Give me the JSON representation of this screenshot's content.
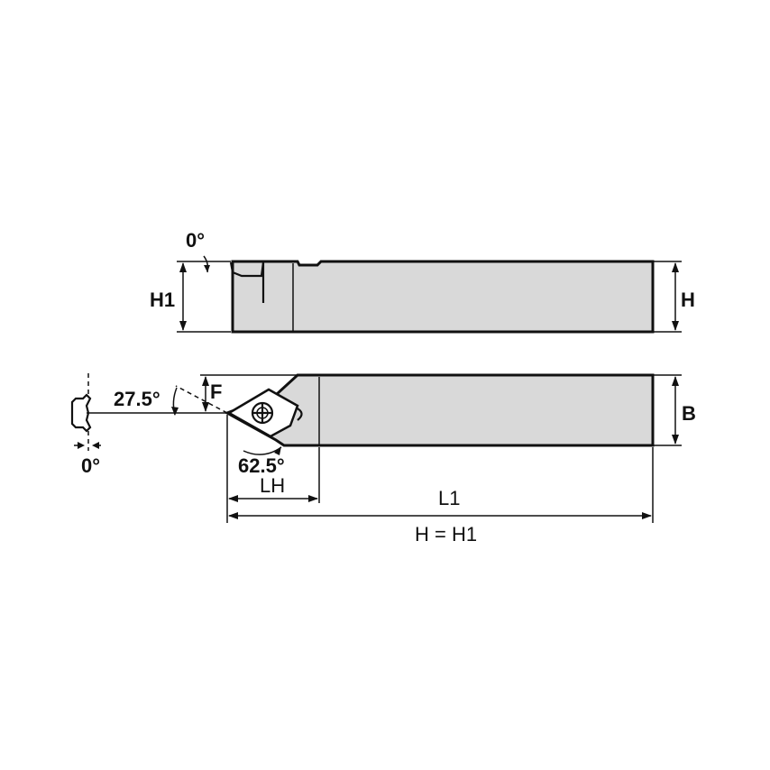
{
  "labels": {
    "top_angle": "0°",
    "h1_left": "H1",
    "h_right": "H",
    "angle_27": "27.5°",
    "f": "F",
    "b": "B",
    "angle_62": "62.5°",
    "lh": "LH",
    "l1": "L1",
    "h_eq_h1": "H = H1",
    "left_angle": "0°"
  }
}
